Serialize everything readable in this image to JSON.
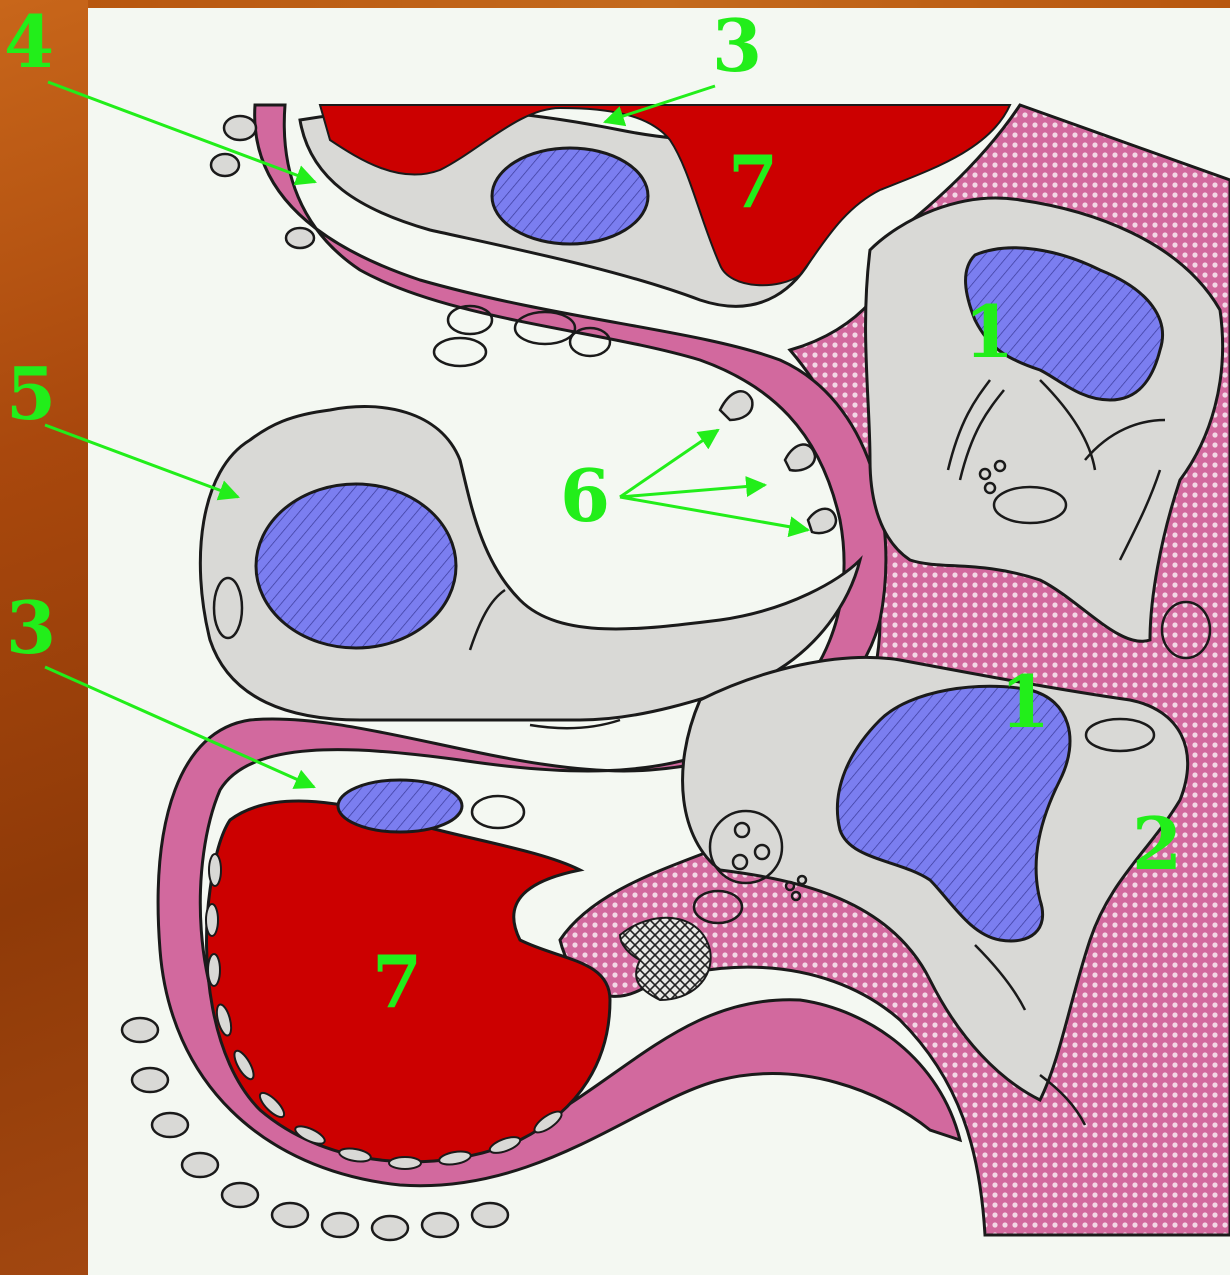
{
  "labels": {
    "label_4": "4",
    "label_3_top": "3",
    "label_7_top": "7",
    "label_1_top": "1",
    "label_5": "5",
    "label_6": "6",
    "label_3_left": "3",
    "label_1_bottom": "1",
    "label_2": "2",
    "label_7_bottom": "7"
  },
  "colors": {
    "label_green": "#22ee1a",
    "capillary_red": "#cc0000",
    "nucleus_blue": "#7b7ef0",
    "membrane_pink": "#d2699e",
    "cytoplasm_gray": "#d9d9d6",
    "outline_black": "#1a1a1a",
    "sidebar_orange": "#b0500f"
  }
}
